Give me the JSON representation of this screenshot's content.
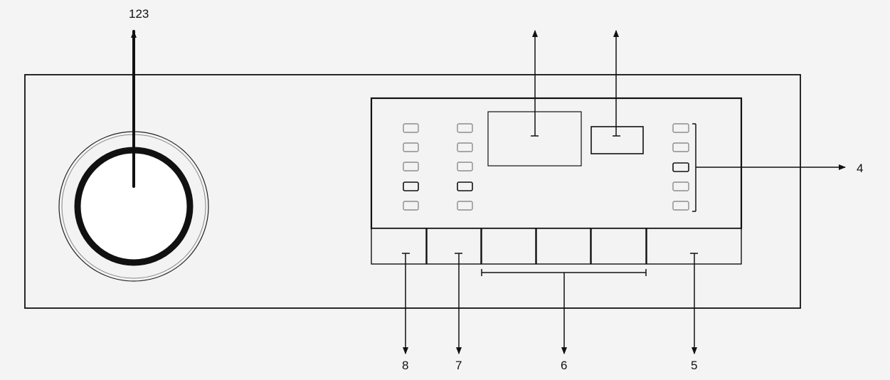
{
  "callouts": {
    "dial": "123",
    "right_indicators": "4",
    "right_button": "5",
    "function_buttons": "6",
    "second_button": "7",
    "first_button": "8"
  },
  "colors": {
    "background": "#f4f4f4",
    "panel": "#f3f3f4",
    "line": "#111111",
    "indicator_light": "#8c8c8c"
  }
}
